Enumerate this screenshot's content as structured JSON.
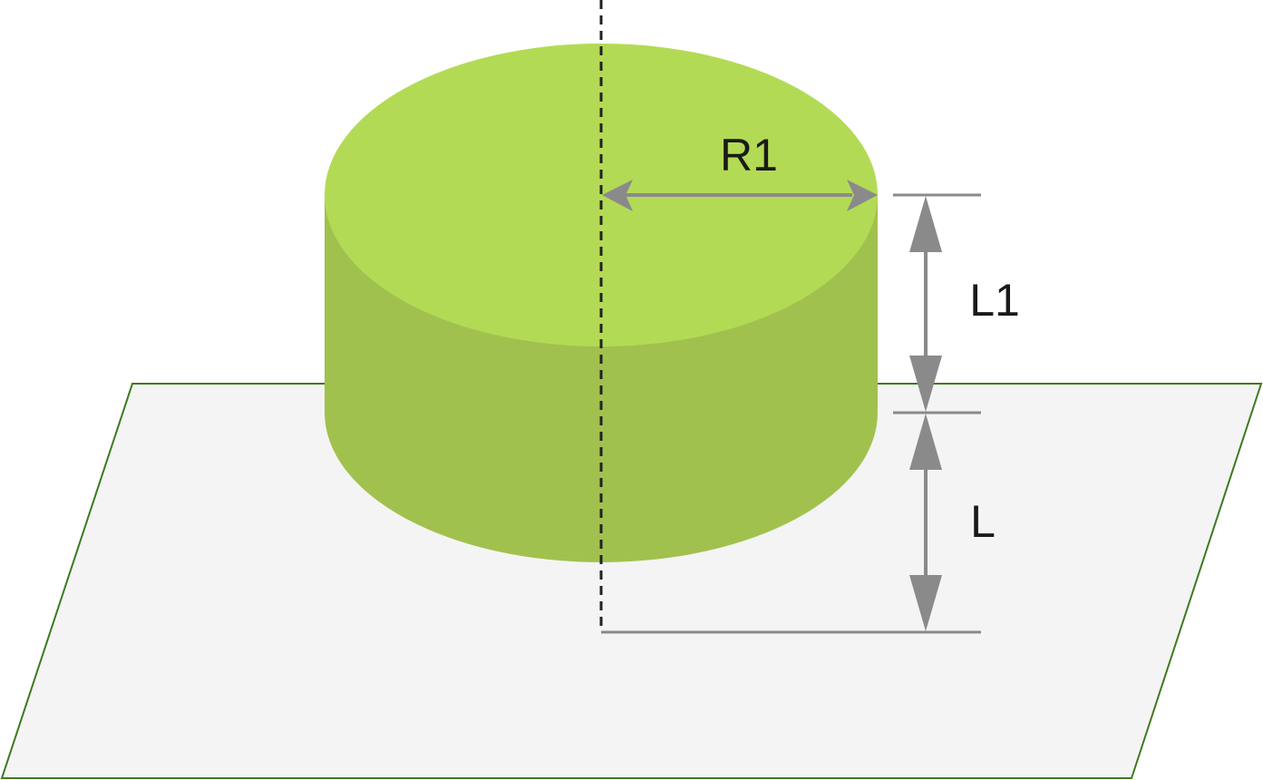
{
  "labels": {
    "radius": "R1",
    "cylinder_height": "L1",
    "offset_height": "L"
  },
  "colors": {
    "plane_fill": "#f4f4f4",
    "plane_stroke": "#3d7a1f",
    "cylinder_top": "#b3da55",
    "cylinder_side": "#a1c14e",
    "dimension_line": "#8a8a8a",
    "axis_line": "#222222",
    "text": "#1a1a1a"
  }
}
